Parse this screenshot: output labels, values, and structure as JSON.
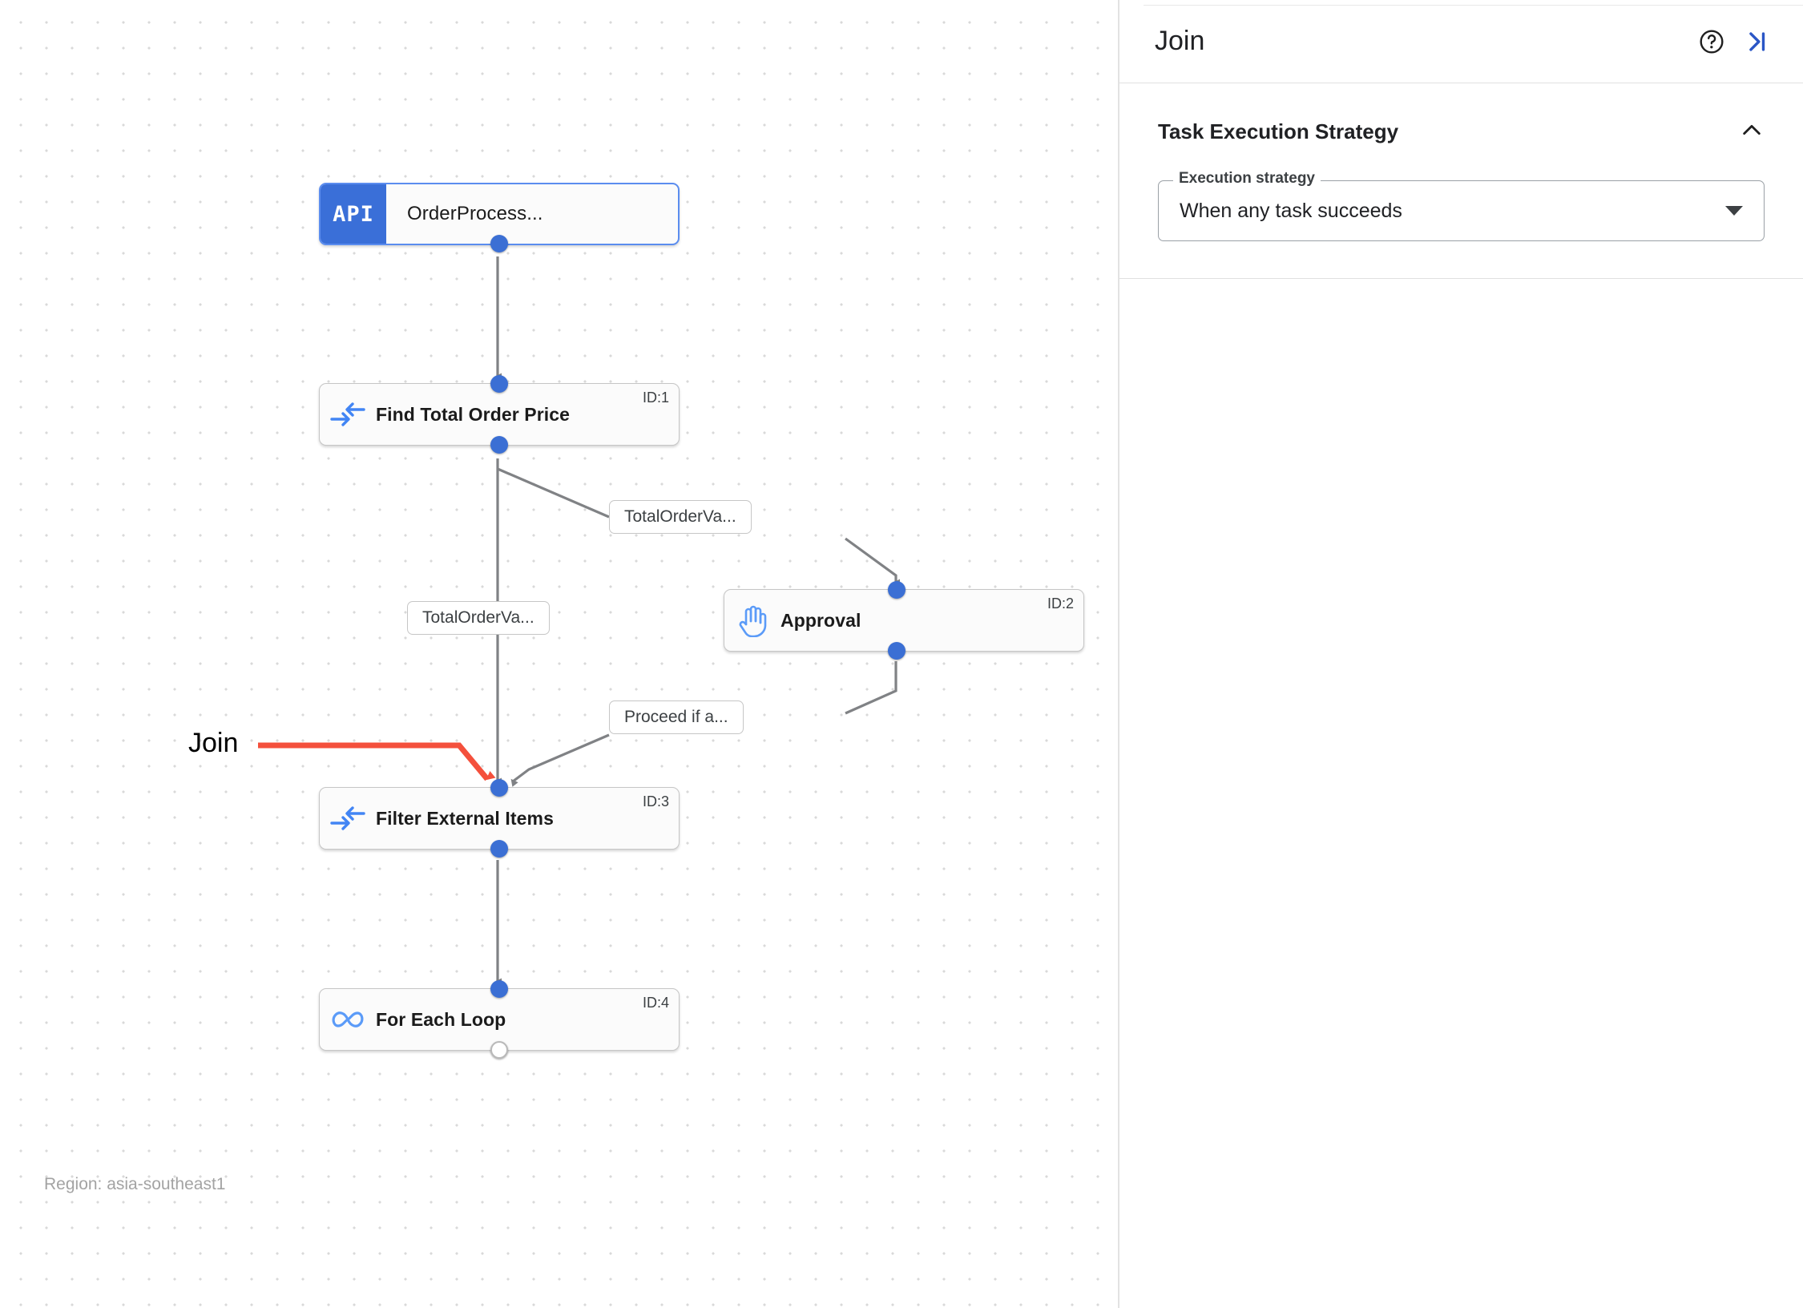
{
  "canvas": {
    "region_label": "Region: asia-southeast1",
    "nodes": [
      {
        "id": "trigger",
        "badge": "API",
        "label": "OrderProcess...",
        "id_label": "",
        "icon": "api-badge-icon"
      },
      {
        "id": "task1",
        "badge": "",
        "label": "Find Total Order Price",
        "id_label": "ID:1",
        "icon": "merge-arrows-icon"
      },
      {
        "id": "task2",
        "badge": "",
        "label": "Approval",
        "id_label": "ID:2",
        "icon": "hand-icon"
      },
      {
        "id": "task3",
        "badge": "",
        "label": "Filter External Items",
        "id_label": "ID:3",
        "icon": "merge-arrows-icon"
      },
      {
        "id": "task4",
        "badge": "",
        "label": "For Each Loop",
        "id_label": "ID:4",
        "icon": "infinity-icon"
      }
    ],
    "edge_labels": [
      {
        "id": "edge-a",
        "text": "TotalOrderVa..."
      },
      {
        "id": "edge-b",
        "text": "TotalOrderVa..."
      },
      {
        "id": "edge-c",
        "text": "Proceed if a..."
      }
    ],
    "annotation": {
      "text": "Join",
      "color": "#f4503c"
    },
    "colors": {
      "node_connector": "#3b6fd4",
      "node_icon": "#4285f4",
      "api_badge": "#3a6fd8",
      "edge_stroke": "#808285",
      "grid_dot": "#d9d9d9"
    }
  },
  "panel": {
    "title": "Join",
    "help_icon": "help-circle-icon",
    "collapse_icon": "collapse-panel-icon",
    "sections": [
      {
        "title": "Task Execution Strategy",
        "toggle_icon": "chevron-up-icon",
        "field": {
          "legend": "Execution strategy",
          "value": "When any task succeeds",
          "caret_icon": "caret-down-icon"
        }
      }
    ]
  }
}
